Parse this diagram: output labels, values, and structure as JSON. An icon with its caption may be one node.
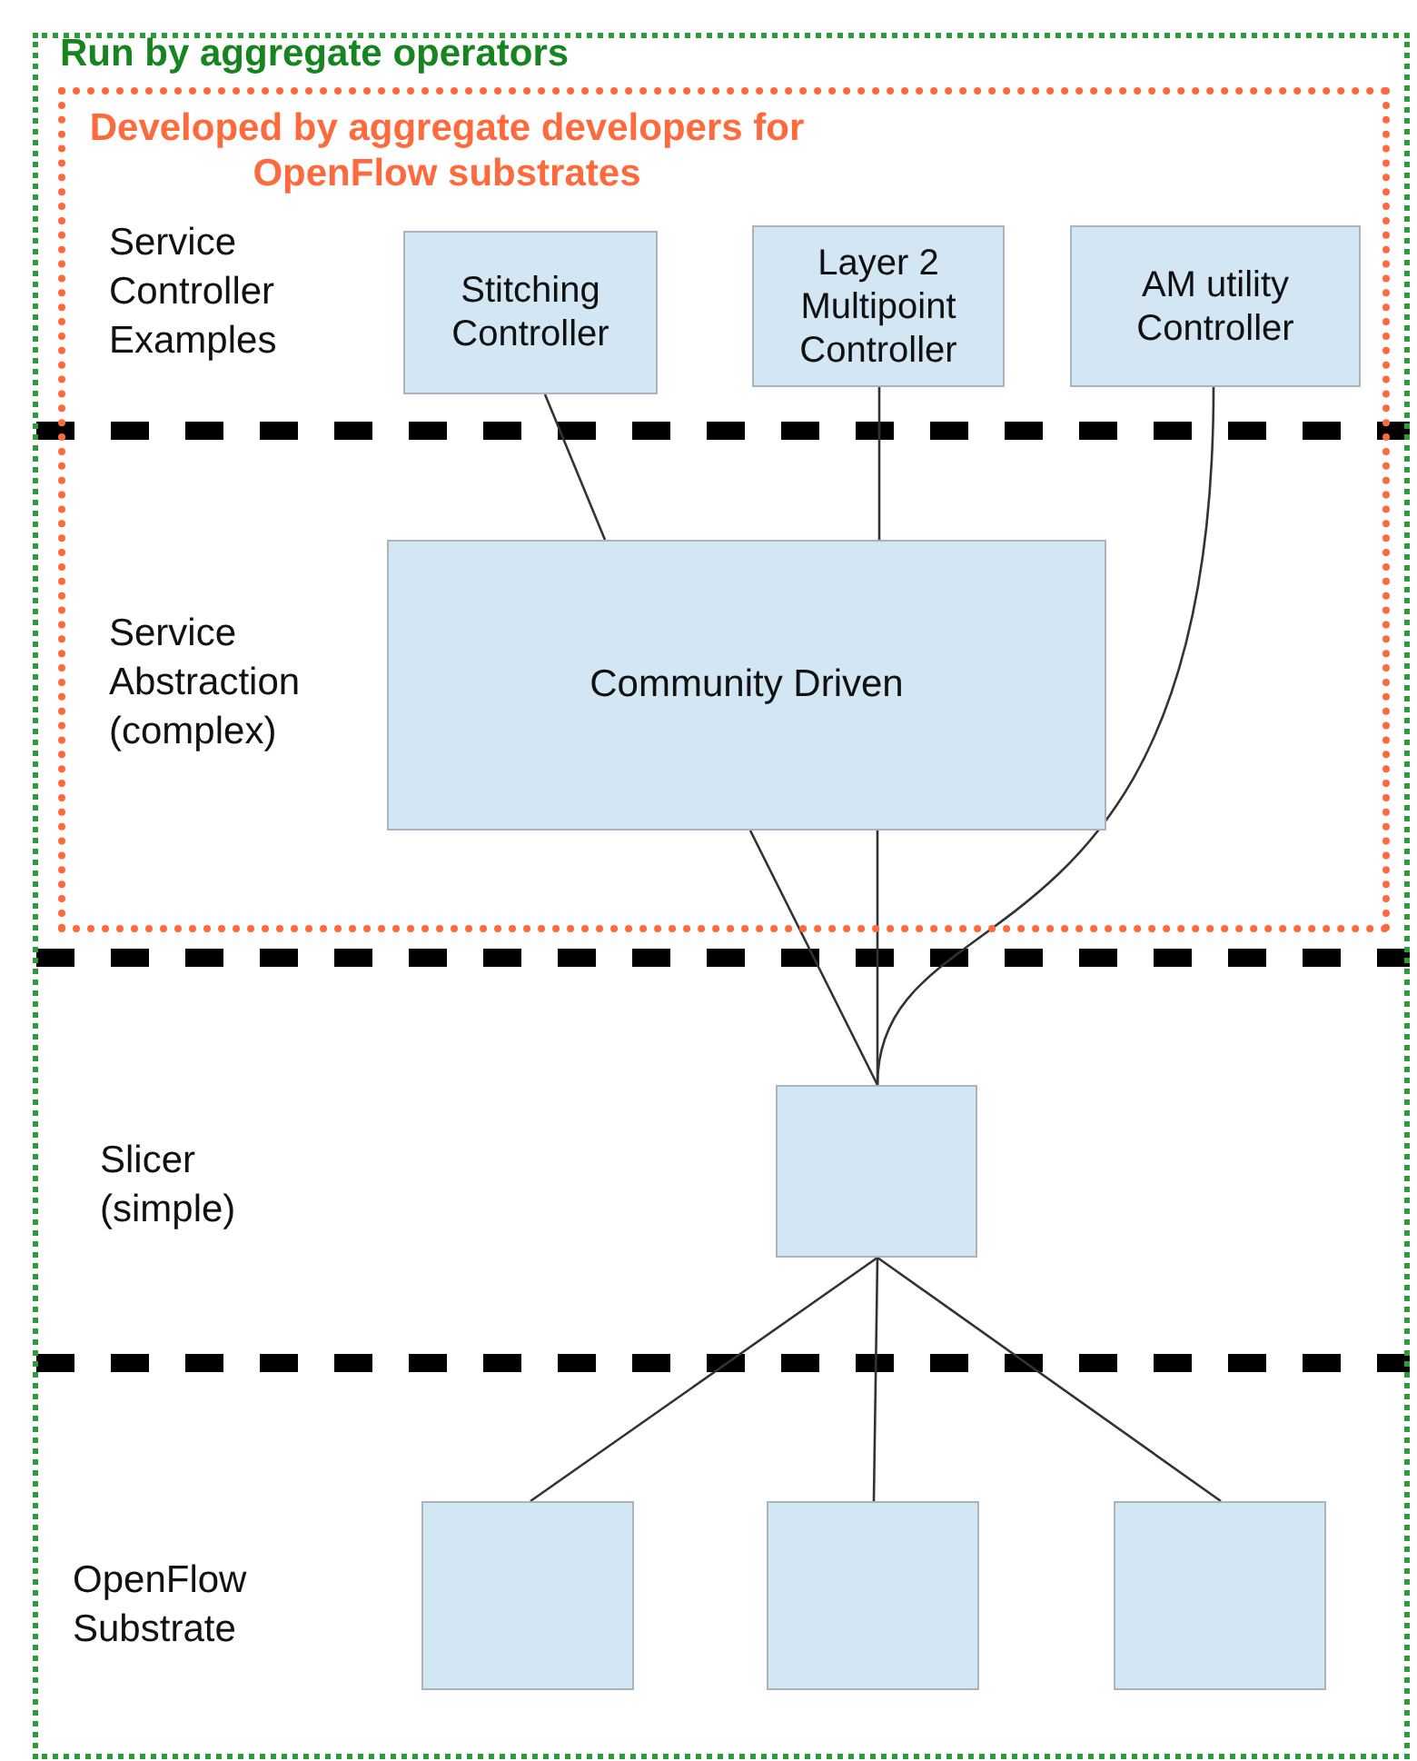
{
  "diagram": {
    "nodes": [
      {
        "text": [
          "Run by aggregate operators"
        ]
      },
      {
        "text": [
          "Developed by aggregate developers for OpenFlow substrates"
        ],
        "in": 0
      },
      {
        "text": [
          "Stitching Controller"
        ],
        "in": 1
      },
      {
        "text": [
          "Layer 2 Multipoint Controller"
        ],
        "in": 1
      },
      {
        "text": [
          "AM utility Controller"
        ],
        "in": 1
      },
      {
        "text": [
          "Community Driven"
        ],
        "in": 1
      },
      {
        "text": [],
        "shape": "box",
        "in": 0
      },
      {
        "text": [],
        "shape": "box",
        "in": 0
      },
      {
        "text": [],
        "shape": "box",
        "in": 0
      },
      {
        "text": [],
        "shape": "box",
        "in": 0
      }
    ],
    "edges": [
      {
        "from": 2,
        "to": 5,
        "arrow": "none"
      },
      {
        "from": 3,
        "to": 5,
        "arrow": "none"
      },
      {
        "from": 4,
        "to": 6,
        "arrow": "none"
      },
      {
        "from": 5,
        "to": 6,
        "arrow": "none"
      },
      {
        "from": 5,
        "to": 6,
        "arrow": "none"
      },
      {
        "from": 6,
        "to": 7,
        "arrow": "none"
      },
      {
        "from": 6,
        "to": 8,
        "arrow": "none"
      },
      {
        "from": 6,
        "to": 9,
        "arrow": "none"
      }
    ],
    "labels": [
      "Service Controller Examples",
      "Service Abstraction (complex)",
      "Slicer (simple)",
      "OpenFlow Substrate"
    ]
  }
}
